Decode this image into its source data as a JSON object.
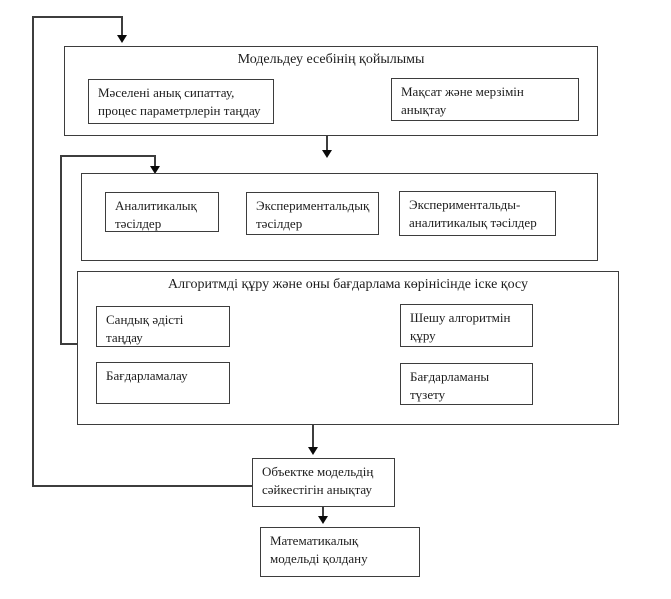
{
  "diagram": {
    "section1": {
      "title": "Модельдеу есебінің қойылымы",
      "describe_box": "Мәселені анық сипаттау,\nпроцес параметрлерін таңдау",
      "goal_box": "Мақсат және мерзімін\nанықтау"
    },
    "section2": {
      "analytical_box": "Аналитикалық\nтәсілдер",
      "experimental_box": "Экспериментальдық\nтәсілдер",
      "experimental_analytical_box": "Экспериментальды-\nаналитикалық тәсілдер"
    },
    "section3": {
      "title": "Алгоритмді құру және оны бағдарлама көрінісінде іске қосу",
      "numeric_method_box": "Сандық әдісті\nтаңдау",
      "solve_algorithm_box": "Шешу алгоритмін\nқұру",
      "programming_box": "Бағдарламалау",
      "debug_box": "Бағдарламаны\nтүзету"
    },
    "adequacy_box": "Объектке модельдің\nсәйкестігін анықтау",
    "apply_box": "Математикалық\nмодельді қолдану",
    "colors": {
      "border": "#3d3d3d",
      "arrow": "#0a0a0a",
      "text": "#1c1c1c",
      "background": "#ffffff"
    }
  }
}
